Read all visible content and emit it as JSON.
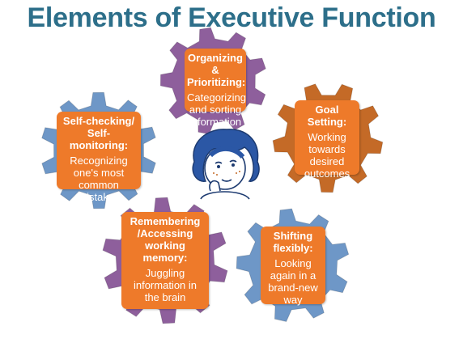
{
  "title": "Elements of Executive Function",
  "elements": [
    {
      "heading": "Organizing &\nPrioritizing:",
      "description": "Categorizing\nand sorting\ninformation"
    },
    {
      "heading": "Goal\nSetting:",
      "description": "Working\ntowards\ndesired\noutcomes"
    },
    {
      "heading": "Self-checking/\nSelf-monitoring:",
      "description": "Recognizing\none's most\ncommon\nmistakes"
    },
    {
      "heading": "Remembering\n/Accessing\nworking\nmemory:",
      "description": "Juggling\ninformation in\nthe brain"
    },
    {
      "heading": "Shifting\nflexibly:",
      "description": "Looking\nagain in a\nbrand-new\nway"
    }
  ],
  "colors": {
    "title": "#2d6f8a",
    "box": "#ee7a2a",
    "gear_purple": "#8e5f9c",
    "gear_orange": "#c46a27",
    "gear_blue": "#6e97c7",
    "figure_hair": "#2b57a5"
  }
}
